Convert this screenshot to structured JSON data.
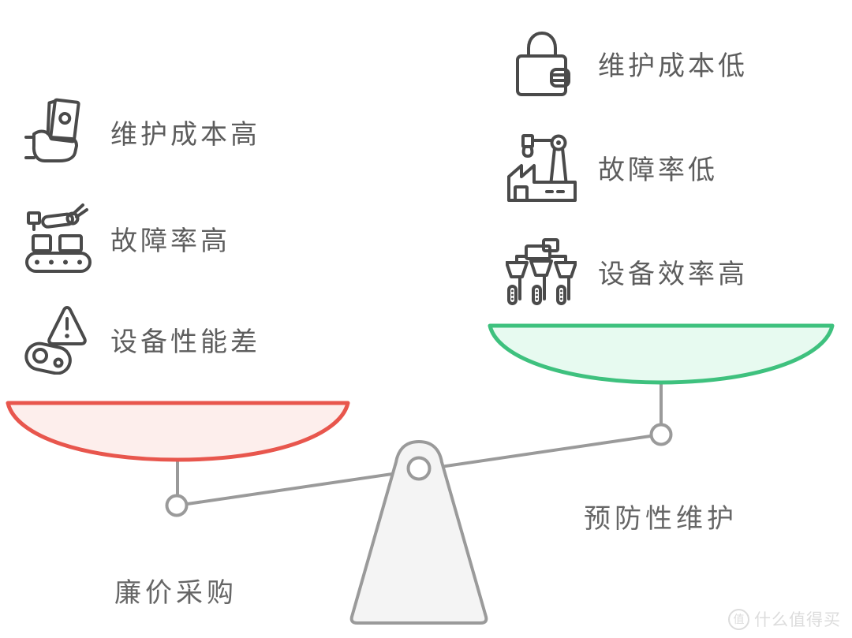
{
  "left_pan": {
    "label": "廉价采购",
    "items": [
      {
        "icon": "cash-payment-icon",
        "label": "维护成本高"
      },
      {
        "icon": "conveyor-robot-arm-icon",
        "label": "故障率高"
      },
      {
        "icon": "warning-belt-icon",
        "label": "设备性能差"
      }
    ],
    "pan_stroke": "#e8564d",
    "pan_fill": "#fdeeec"
  },
  "right_pan": {
    "label": "预防性维护",
    "items": [
      {
        "icon": "lock-wallet-icon",
        "label": "维护成本低"
      },
      {
        "icon": "factory-robot-icon",
        "label": "故障率低"
      },
      {
        "icon": "filling-machine-icon",
        "label": "设备效率高"
      }
    ],
    "pan_stroke": "#3ec17e",
    "pan_fill": "#e7faf0"
  },
  "colors": {
    "icon_stroke": "#4a4a4a",
    "beam_gray": "#9a9a9a",
    "fulcrum_fill": "#f4f4f4",
    "item_text": "#5d5d5d",
    "label_text": "#666666",
    "watermark": "#dcdcdc"
  },
  "watermark": {
    "badge": "值",
    "text": "什么值得买"
  }
}
